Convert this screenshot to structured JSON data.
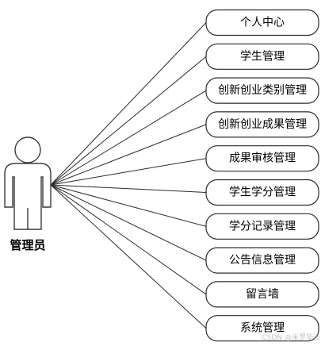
{
  "actor": {
    "name": "管理员"
  },
  "use_cases": [
    "个人中心",
    "学生管理",
    "创新创业类别管理",
    "创新创业成果管理",
    "成果审核管理",
    "学生学分管理",
    "学分记录管理",
    "公告信息管理",
    "留言墙",
    "系统管理"
  ],
  "watermark": "CSDN @米罗毕设"
}
